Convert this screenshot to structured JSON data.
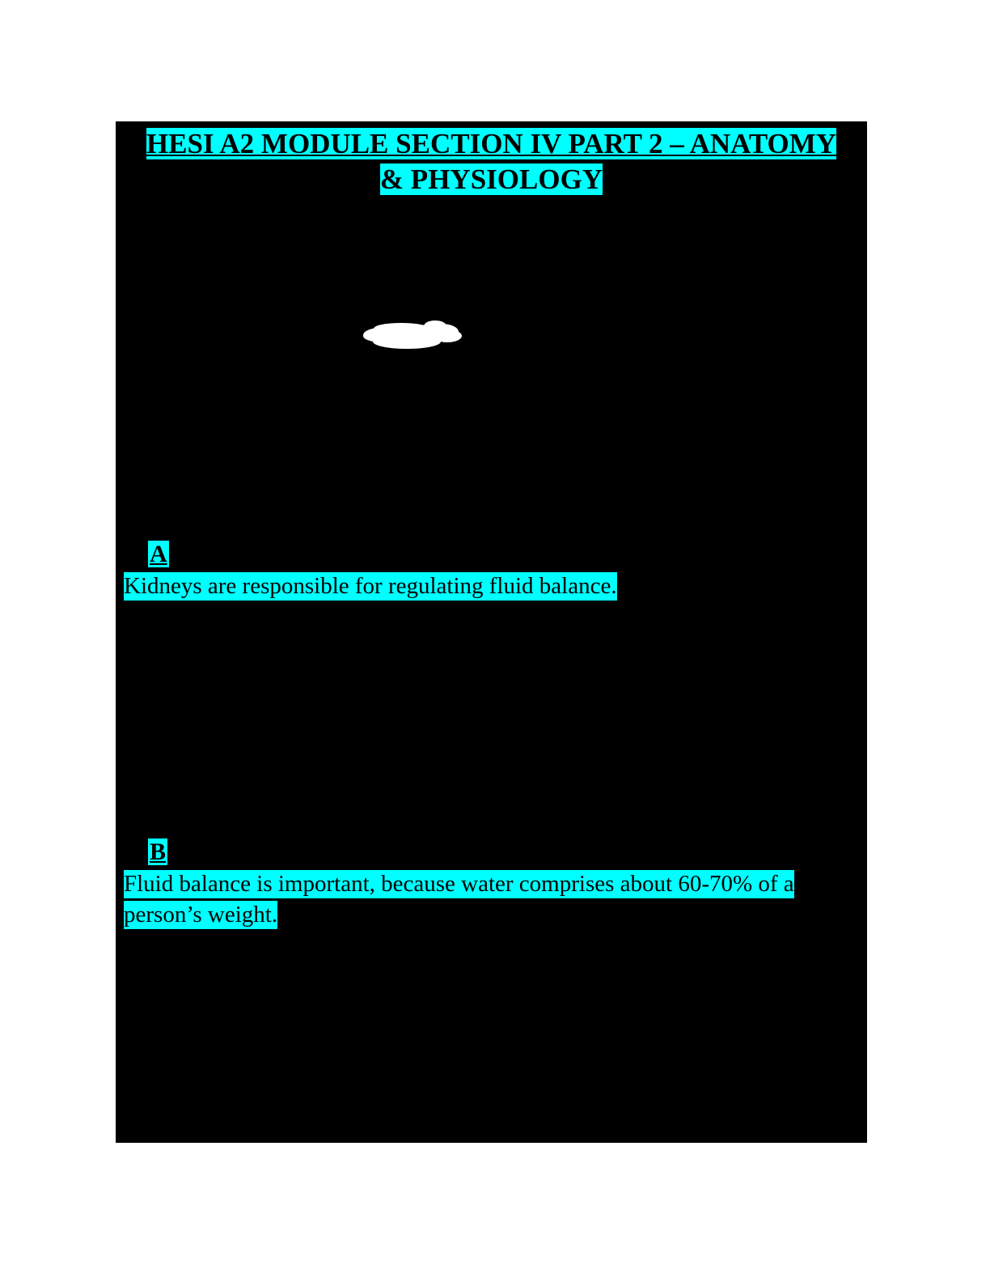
{
  "document": {
    "title_line_1": "HESI A2 MODULE SECTION IV PART 2 – ANATOMY",
    "title_line_2": "& PHYSIOLOGY",
    "highlight_color": "#00FFFF",
    "page_background": "#FFFFFF",
    "content_background": "#000000",
    "text_color": "#000000"
  },
  "redaction": {
    "blob_name": "white-brush-stroke-redaction",
    "blob_color": "#FFFFFF"
  },
  "answers": [
    {
      "letter": "A",
      "text": "Kidneys are responsible for regulating fluid balance."
    },
    {
      "letter": "B",
      "text": "Fluid balance is important, because water comprises about 60-70% of a person’s weight."
    }
  ]
}
